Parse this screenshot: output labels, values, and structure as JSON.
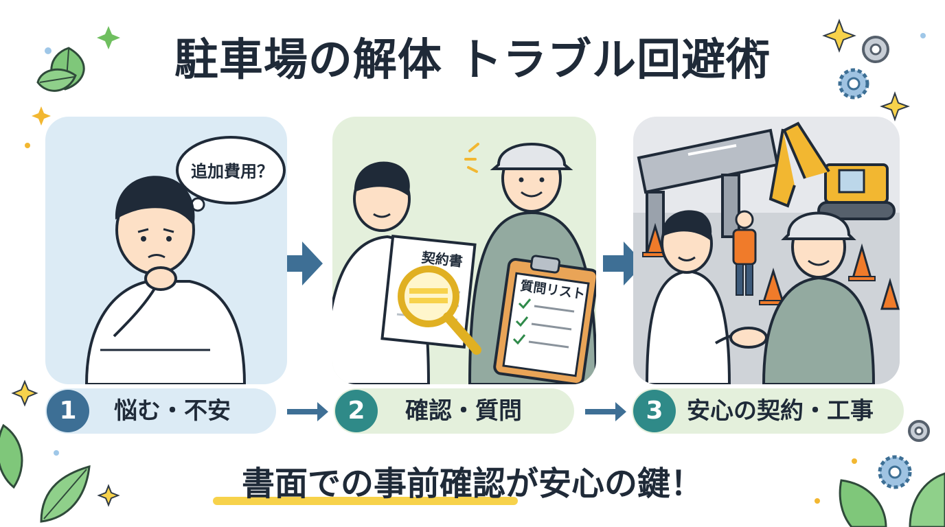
{
  "title": "駐車場の解体 トラブル回避術",
  "steps": [
    {
      "number": "1",
      "label": "悩む・不安"
    },
    {
      "number": "2",
      "label": "確認・質問"
    },
    {
      "number": "3",
      "label": "安心の契約・工事"
    }
  ],
  "panel1": {
    "thought": "追加費用？"
  },
  "panel2": {
    "contract": "契約書",
    "checklist": "質問リスト"
  },
  "tagline": "書面での事前確認が安心の鍵！",
  "colors": {
    "blue_badge": "#3d6f95",
    "teal_badge": "#2f8a88",
    "highlight": "#f7d24b",
    "arrow": "#3e6f95"
  }
}
